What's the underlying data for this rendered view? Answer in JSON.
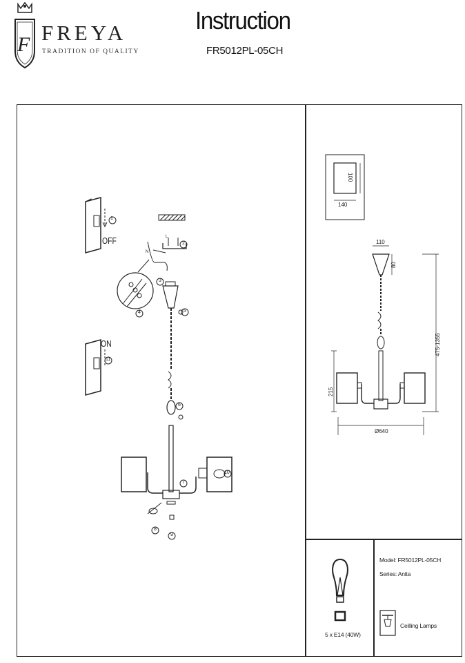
{
  "header": {
    "brand_name": "FREYA",
    "brand_tagline": "TRADITION OF QUALITY",
    "logo_letter": "F",
    "title": "Instruction",
    "model_code": "FR5012PL-05CH"
  },
  "assembly": {
    "switch_off_step": "1",
    "switch_off_label": "OFF",
    "switch_on_step": "11",
    "switch_on_label": "ON",
    "step_labels": [
      "2",
      "3",
      "4",
      "5",
      "6",
      "7",
      "8",
      "9",
      "10"
    ],
    "wire_labels": [
      "N",
      "L"
    ]
  },
  "dimensions": {
    "shade_width": "140",
    "shade_height": "100",
    "canopy_width": "110",
    "canopy_height": "80",
    "total_height": "475-1355",
    "arm_height": "215",
    "diameter": "Ø640"
  },
  "info": {
    "model_line": "Model: FR5012PL-05CH",
    "series_line": "Series: Anita",
    "category_label": "Ceilling Lamps",
    "bulb_spec": "5 x E14 (40W)"
  }
}
